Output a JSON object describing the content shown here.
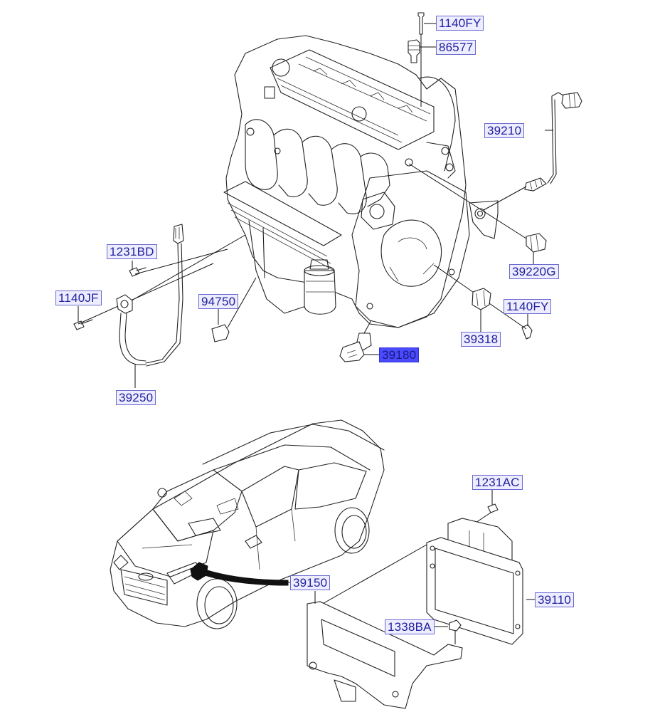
{
  "diagram": {
    "title": "Engine control parts diagram",
    "colors": {
      "label_border": "#6a6ad0",
      "label_bg": "#ededff",
      "label_text": "#2020a0",
      "selected_bg": "#4a4aff",
      "line": "#222222"
    },
    "labels": [
      {
        "id": "1140FY_top",
        "text": "1140FY",
        "part": "bolt",
        "selected": false
      },
      {
        "id": "86577",
        "text": "86577",
        "part": "sensor",
        "selected": false
      },
      {
        "id": "39210",
        "text": "39210",
        "part": "oxygen-sensor-front",
        "selected": false
      },
      {
        "id": "1231BD",
        "text": "1231BD",
        "part": "bolt",
        "selected": false
      },
      {
        "id": "1140JF",
        "text": "1140JF",
        "part": "bolt",
        "selected": false
      },
      {
        "id": "94750",
        "text": "94750",
        "part": "oil-pressure-switch",
        "selected": false
      },
      {
        "id": "39220G",
        "text": "39220G",
        "part": "oxygen-sensor-rear",
        "selected": false
      },
      {
        "id": "1140FY_right",
        "text": "1140FY",
        "part": "bolt",
        "selected": false
      },
      {
        "id": "39318",
        "text": "39318",
        "part": "camshaft-position-sensor",
        "selected": false
      },
      {
        "id": "39180",
        "text": "39180",
        "part": "crankshaft-position-sensor",
        "selected": true
      },
      {
        "id": "39250",
        "text": "39250",
        "part": "knock-sensor",
        "selected": false
      },
      {
        "id": "1231AC",
        "text": "1231AC",
        "part": "bolt",
        "selected": false
      },
      {
        "id": "39150",
        "text": "39150",
        "part": "ecu-bracket",
        "selected": false
      },
      {
        "id": "39110",
        "text": "39110",
        "part": "engine-control-module",
        "selected": false
      },
      {
        "id": "1338BA",
        "text": "1338BA",
        "part": "nut",
        "selected": false
      }
    ]
  }
}
